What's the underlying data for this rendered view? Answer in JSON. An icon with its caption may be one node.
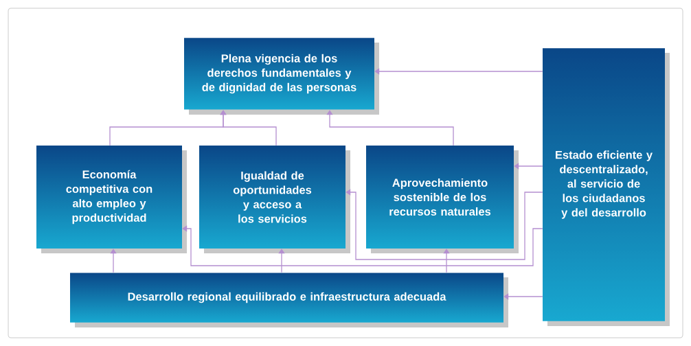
{
  "diagram": {
    "nodes": [
      {
        "text": [
          "Plena vigencia de los derechos fundamentales y de dignidad de las personas"
        ]
      },
      {
        "text": [
          "Estado eficiente y descentralizado, al servicio de los ciudadanos y del desarrollo"
        ]
      },
      {
        "text": [
          "Economía competitiva con alto empleo y productividad"
        ]
      },
      {
        "text": [
          "Igualdad de oportunidades y acceso a los servicios"
        ]
      },
      {
        "text": [
          "Aprovechamiento sostenible de los recursos naturales"
        ]
      },
      {
        "text": [
          "Desarrollo regional equilibrado e infraestructura adecuada"
        ]
      }
    ],
    "edges": [
      {
        "from": 1,
        "to": 0,
        "arrow": "to"
      },
      {
        "from": 2,
        "to": 0,
        "arrow": "to"
      },
      {
        "from": 3,
        "to": 0,
        "arrow": "to"
      },
      {
        "from": 4,
        "to": 0,
        "arrow": "to"
      },
      {
        "from": 1,
        "to": 4,
        "arrow": "to"
      },
      {
        "from": 1,
        "to": 3,
        "arrow": "to"
      },
      {
        "from": 1,
        "to": 2,
        "arrow": "to"
      },
      {
        "from": 1,
        "to": 5,
        "arrow": "to"
      },
      {
        "from": 5,
        "to": 2,
        "arrow": "to"
      },
      {
        "from": 5,
        "to": 3,
        "arrow": "to"
      },
      {
        "from": 5,
        "to": 4,
        "arrow": "to"
      }
    ]
  }
}
